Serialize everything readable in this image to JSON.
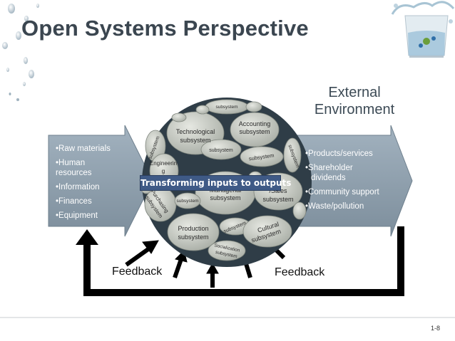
{
  "title": "Open Systems Perspective",
  "external_environment": [
    "External",
    "Environment"
  ],
  "inputs": [
    "•Raw materials",
    "•Human",
    "resources",
    "•Information",
    "•Finances",
    "•Equipment"
  ],
  "outputs": [
    "•Products/services",
    "•Shareholder",
    "dividends",
    "•Community support",
    "•Waste/pollution"
  ],
  "transform_label": "Transforming inputs to outputs",
  "feedback_left": "Feedback",
  "feedback_right": "Feedback",
  "page_number": "1-8",
  "subsystems": {
    "top": "subsystem",
    "technological": [
      "Technological",
      "subsystem"
    ],
    "accounting": [
      "Accounting",
      "subsystem"
    ],
    "left_small": "subsystem",
    "engineering": [
      "Engineerin",
      "g"
    ],
    "center_small": "subsystem",
    "right_small": "subsystem",
    "right_edge": "subsystem",
    "managerial": [
      "Managerial",
      "subsystem"
    ],
    "marketing": [
      "/Sales",
      "subsystem"
    ],
    "purchasing": [
      "Purchasing",
      "subsystem"
    ],
    "lower_small": "subsystem",
    "production": [
      "Production",
      "subsystem"
    ],
    "cultural": [
      "Cultural",
      "subsystem"
    ],
    "socialization": [
      "Socialization",
      "subsystem"
    ]
  },
  "colors": {
    "arrow": "#8a9baa",
    "circle": "#2f3d47",
    "stone": "#c9ccc5",
    "banner": "#3f5a86"
  }
}
